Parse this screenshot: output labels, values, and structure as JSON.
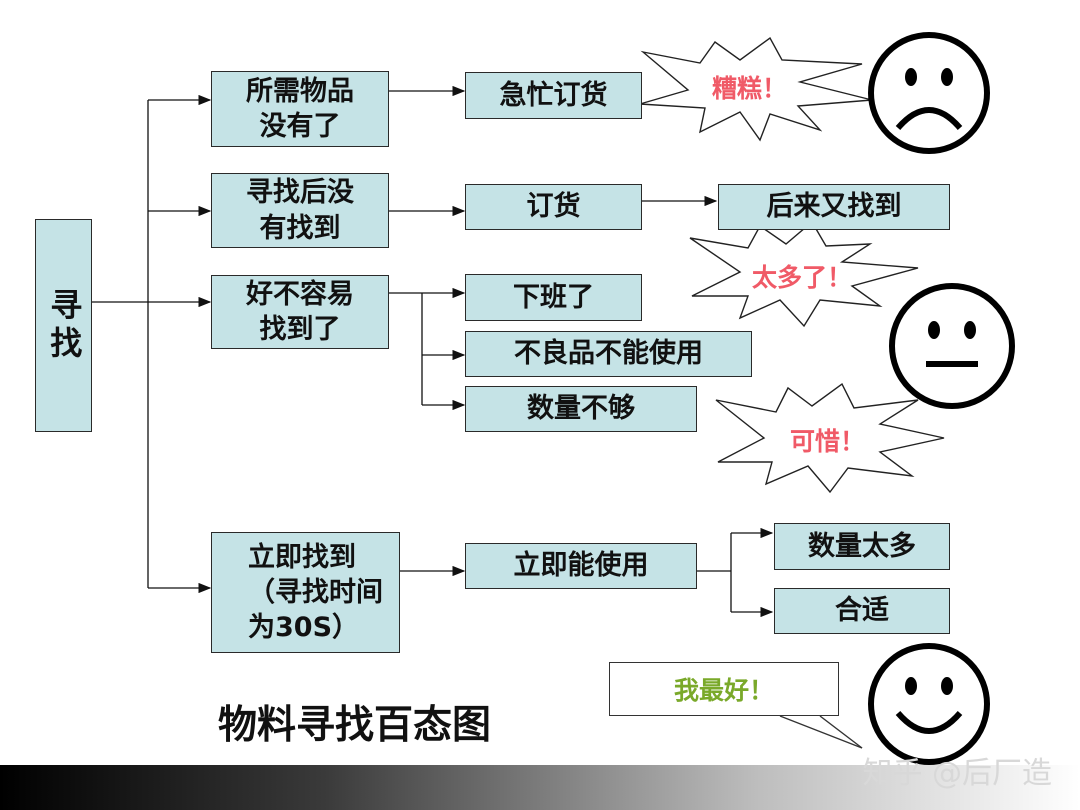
{
  "title": "物料寻找百态图",
  "root": "寻找",
  "branches": [
    {
      "label": "所需物品\n没有了"
    },
    {
      "label": "寻找后没\n有找到"
    },
    {
      "label": "好不容易\n找到了"
    },
    {
      "label": "立即找到\n（寻找时间\n为30S）"
    }
  ],
  "outcomes": {
    "rush_order": "急忙订货",
    "order": "订货",
    "found_later": "后来又找到",
    "off_work": "下班了",
    "defective": "不良品不能使用",
    "short_qty": "数量不够",
    "usable_now": "立即能使用",
    "too_many": "数量太多",
    "just_right": "合适"
  },
  "exclamations": {
    "bad": "糟糕！",
    "too_much": "太多了！",
    "pity": "可惜！",
    "best": "我最好！"
  },
  "faces": [
    "sad-face-icon",
    "neutral-face-icon",
    "happy-face-icon"
  ],
  "watermark": "知乎 @后厂造",
  "colors": {
    "box_fill": "#c5e3e6",
    "exclaim_red": "#f05a67",
    "exclaim_green": "#7aa92a"
  }
}
